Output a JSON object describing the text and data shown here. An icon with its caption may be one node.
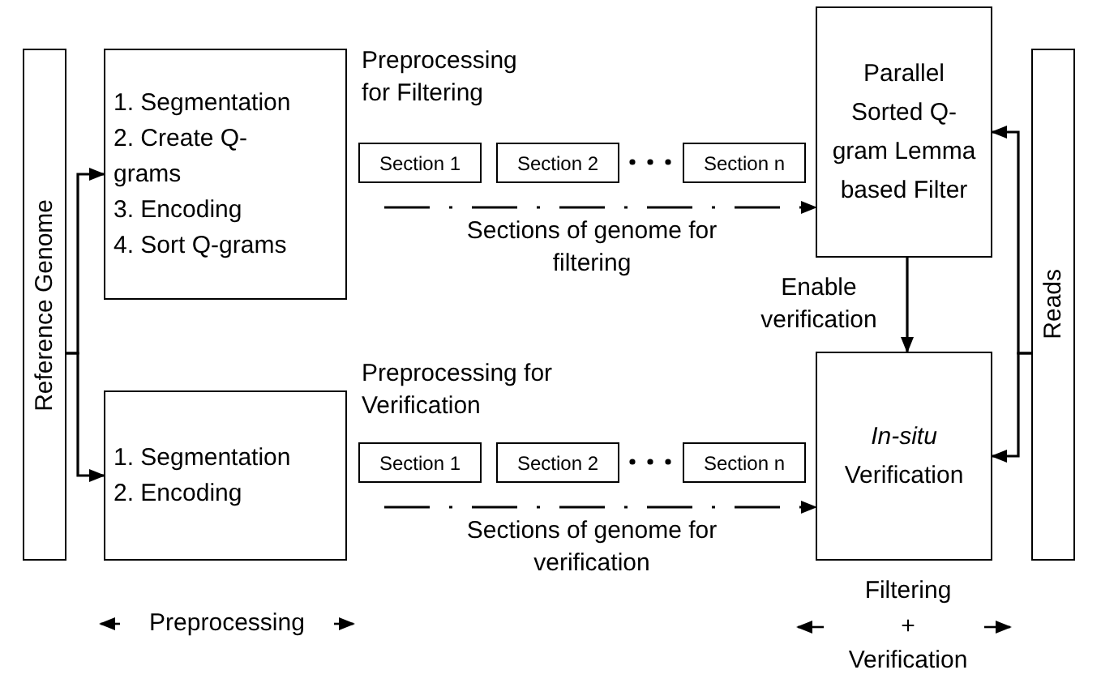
{
  "diagram": {
    "nodes": [
      {
        "text": [
          "Reference Genome"
        ]
      },
      {
        "text": [
          "1. Segmentation",
          "2. Create Q-grams",
          "3. Encoding",
          "4. Sort Q-grams"
        ]
      },
      {
        "text": [
          "1. Segmentation",
          "2. Encoding"
        ]
      },
      {
        "text": [
          "Section 1"
        ]
      },
      {
        "text": [
          "Section 2"
        ]
      },
      {
        "text": [
          "Section n"
        ]
      },
      {
        "text": [
          "Parallel Sorted Q-gram Lemma based Filter"
        ]
      },
      {
        "text": [
          "Section 1"
        ]
      },
      {
        "text": [
          "Section 2"
        ]
      },
      {
        "text": [
          "Section n"
        ]
      },
      {
        "text": [
          "*In-situ* Verification"
        ]
      },
      {
        "text": [
          "Reads"
        ]
      }
    ],
    "edges": [
      {
        "from": 0,
        "to": 1,
        "arrow": "to"
      },
      {
        "from": 0,
        "to": 2,
        "arrow": "to"
      },
      {
        "from": null,
        "to": 6,
        "arrow": "to",
        "style": "dashed",
        "label": "Sections of genome for filtering"
      },
      {
        "from": 6,
        "to": 10,
        "arrow": "to",
        "label": "Enable verification"
      },
      {
        "from": null,
        "to": 10,
        "arrow": "to",
        "style": "dashed",
        "label": "Sections of genome for verification"
      },
      {
        "from": 11,
        "to": 6,
        "arrow": "to"
      },
      {
        "from": 11,
        "to": 10,
        "arrow": "to"
      }
    ],
    "labels": [
      "Preprocessing for Filtering",
      "Preprocessing for Verification",
      "Preprocessing",
      "Filtering",
      "+",
      "Verification"
    ]
  }
}
